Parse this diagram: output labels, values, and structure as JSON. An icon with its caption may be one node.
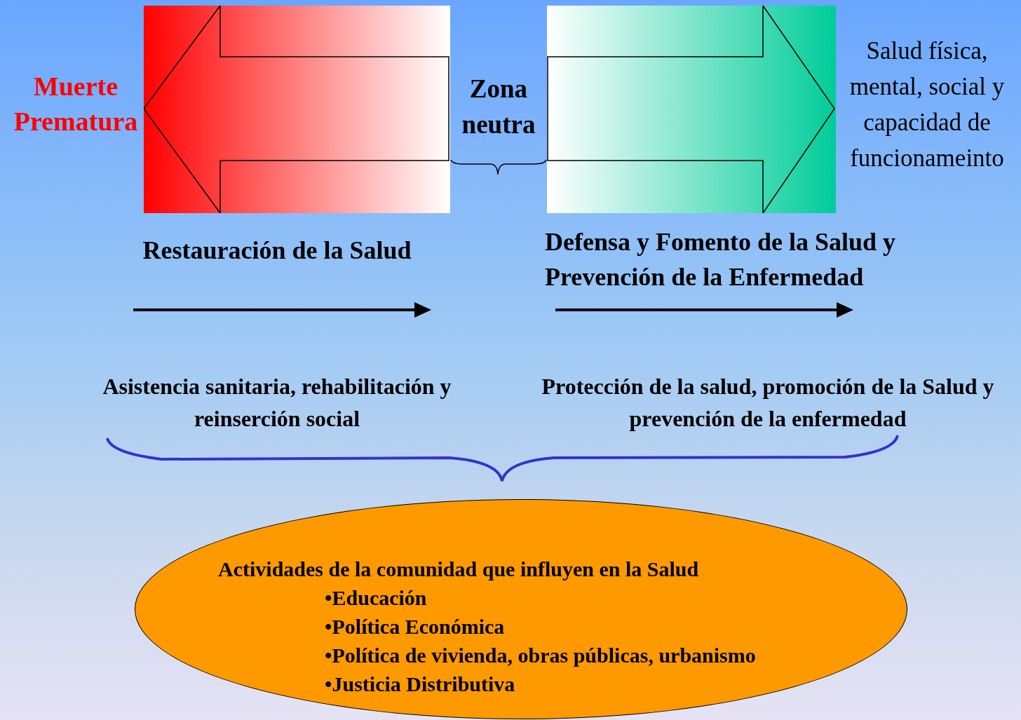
{
  "diagram": {
    "nodes": [
      {
        "text": [
          "Actividades de la comunidad que influyen en la Salud",
          "•Educación",
          "•Política Económica",
          "•Política de vivienda, obras públicas, urbanismo",
          "•Justicia Distributiva"
        ]
      }
    ],
    "labels": [
      "Muerte Prematura",
      "Zona neutra",
      "Salud física, mental, social y capacidad de funcionameinto",
      "Restauración de la Salud",
      "Defensa y Fomento de la Salud y Prevención de la Enfermedad",
      "Asistencia sanitaria, rehabilitación y reinserción social",
      "Protección de la salud, promoción de la Salud y prevención de la enfermedad"
    ]
  }
}
